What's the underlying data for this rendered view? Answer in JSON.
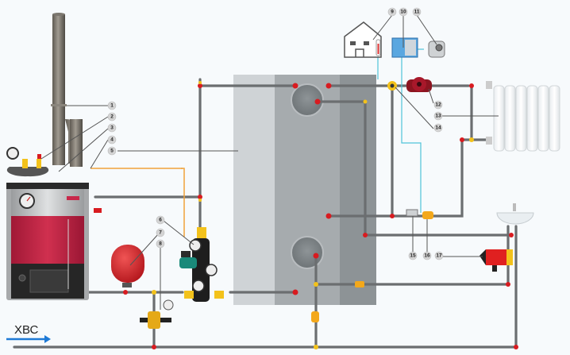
{
  "diagram": {
    "title": "Heating system schematic with solid-fuel boiler and buffer tank",
    "inlet_label": "ХВС",
    "colors": {
      "background": "#f7fafc",
      "pipe": "#6b6e70",
      "fitting_red": "#d81b20",
      "fitting_yellow": "#f3c21b",
      "boiler_red": "#c8284a",
      "tank_gray": "#9da3a6",
      "signal_cyan": "#4fc3d9",
      "hot_line": "#f0a23a",
      "arrow_blue": "#1e7ad6"
    },
    "callouts": [
      {
        "id": "1",
        "label": "1",
        "target": "chimney-clamp"
      },
      {
        "id": "2",
        "label": "2",
        "target": "safety-group"
      },
      {
        "id": "3",
        "label": "3",
        "target": "boiler"
      },
      {
        "id": "4",
        "label": "4",
        "target": "boiler-thermal-valve"
      },
      {
        "id": "5",
        "label": "5",
        "target": "buffer-tank"
      },
      {
        "id": "6",
        "label": "6",
        "target": "pump-mixing-group"
      },
      {
        "id": "7",
        "label": "7",
        "target": "expansion-vessel"
      },
      {
        "id": "8",
        "label": "8",
        "target": "pressure-reducer"
      },
      {
        "id": "9",
        "label": "9",
        "target": "room-thermostat"
      },
      {
        "id": "10",
        "label": "10",
        "target": "controller"
      },
      {
        "id": "11",
        "label": "11",
        "target": "outdoor-sensor"
      },
      {
        "id": "12",
        "label": "12",
        "target": "circulation-pump"
      },
      {
        "id": "13",
        "label": "13",
        "target": "radiator"
      },
      {
        "id": "14",
        "label": "14",
        "target": "mixing-valve"
      },
      {
        "id": "15",
        "label": "15",
        "target": "dhw-valve"
      },
      {
        "id": "16",
        "label": "16",
        "target": "dhw-filter"
      },
      {
        "id": "17",
        "label": "17",
        "target": "instantaneous-heater"
      }
    ]
  }
}
